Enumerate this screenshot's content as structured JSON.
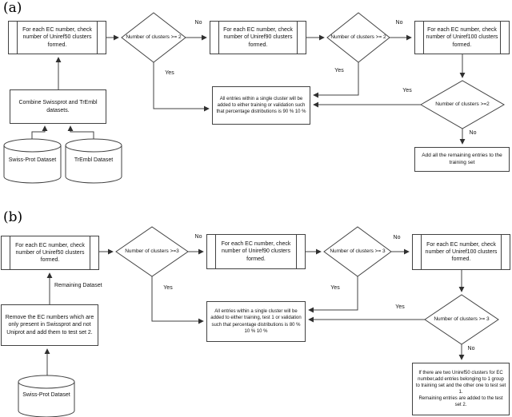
{
  "figure": {
    "panel_a": {
      "label": "(a)",
      "nodes": {
        "uniref50": "For each EC number, check number of Uniref50 clusters formed.",
        "uniref90": "For each EC number, check number of Uniref90 clusters formed.",
        "uniref100": "For each EC number, check number of Uniref100 clusters formed.",
        "decision1": "Number of clusters >= 2",
        "decision2": "Number of clusters >= 2",
        "decision3": "Number of clusters >=2",
        "assign": "All entries within a single cluster will be added to either training or validation such that percentage distributions is 90 % 10 %",
        "combine": "Combine Swissprot and TrEmbl datasets.",
        "remaining": "Add all the remaining entries to the training set",
        "db_swissprot": "Swiss-Prot Dataset",
        "db_trembl": "TrEmbl Dataset"
      },
      "edges": {
        "no1": "No",
        "no2": "No",
        "no3": "No",
        "yes1": "Yes",
        "yes2": "Yes",
        "yes3": "Yes"
      }
    },
    "panel_b": {
      "label": "(b)",
      "nodes": {
        "uniref50": "For each EC number, check number of Uniref50 clusters formed.",
        "uniref90": "For each EC number, check number of Uniref90 clusters formed.",
        "uniref100": "For each EC number, check number of Uniref100 clusters formed.",
        "decision1": "Number of clusters >=3",
        "decision2": "Number of clusters >= 3",
        "decision3": "Number of clusters >= 3",
        "assign": "All entries within a single cluster will be added to either training, test 1 or validation such that percentage distributions is 80 % 10 % 10 %",
        "remove": "Remove the EC numbers which are only present in Swissprot and not Uniprot and add them to test set 2.",
        "two_clusters_1": "If there are two Uniref50 clusters for EC number,add entries belonging to 1 group to training set and the other one to test set 1.",
        "two_clusters_2": "Remaining entries are added to the test set 2.",
        "db_swissprot": "Swiss-Prot Dataset"
      },
      "edges": {
        "no1": "No",
        "no2": "No",
        "no3": "No",
        "yes1": "Yes",
        "yes2": "Yes",
        "yes3": "Yes",
        "remaining_dataset": "Remaining Dataset"
      }
    }
  }
}
